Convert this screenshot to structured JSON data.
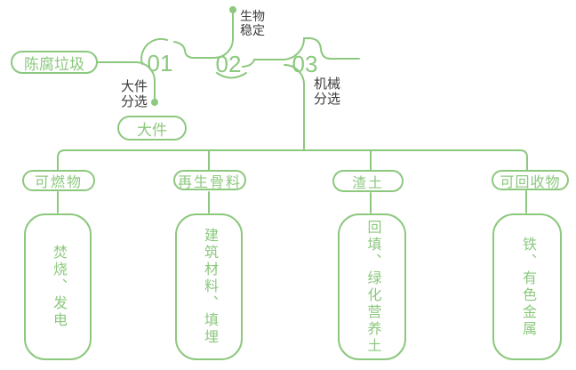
{
  "colors": {
    "green": "#8cc87e",
    "dark": "#3c3c3c",
    "background": "#ffffff"
  },
  "source": {
    "label": "陈腐垃圾"
  },
  "steps": [
    {
      "number": "01",
      "process_label": "大件\n分选",
      "branch_output": "大件"
    },
    {
      "number": "02",
      "process_label": "生物\n稳定"
    },
    {
      "number": "03",
      "process_label": "机械\n分选"
    }
  ],
  "outputs": [
    {
      "category": "可燃物",
      "disposal": "焚烧、发电"
    },
    {
      "category": "再生骨料",
      "disposal": "建筑材料、填埋"
    },
    {
      "category": "渣土",
      "disposal": "回填、绿化营养土"
    },
    {
      "category": "可回收物",
      "disposal": "铁、有色金属"
    }
  ]
}
